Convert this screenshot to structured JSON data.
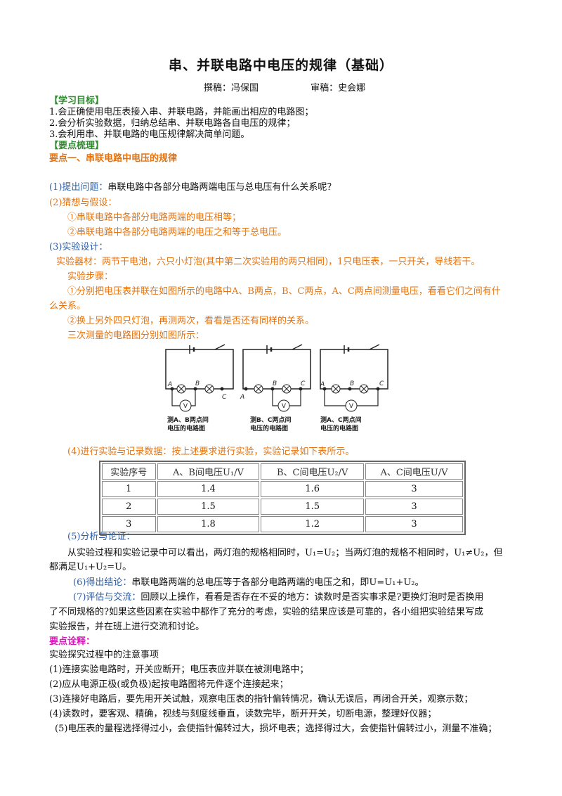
{
  "title": "串、并联电路中电压的规律（基础）",
  "authors": {
    "writer": "撰稿：冯保国",
    "reviewer": "审稿：史会娜"
  },
  "goals": {
    "heading": "【学习目标】",
    "items": [
      "1.会正确使用电压表接入串、并联电路，并能画出相应的电路图；",
      "2.会分析实验数据，归纳总结串、并联电路各自电压的规律；",
      "3.会利用串、并联电路的电压规律解决简单问题。"
    ]
  },
  "outline_heading": "【要点梳理】",
  "point1": "要点一、串联电路中电压的规律",
  "q1": {
    "label": "(1)提出问题：",
    "text": "串联电路中各部分电路两端电压与总电压有什么关系呢？"
  },
  "q2": {
    "label": "(2)猜想与假设：",
    "items": [
      "①串联电路中各部分电路两端的电压相等；",
      "②串联电路中各部分电路两端的电压之和等于总电压。"
    ]
  },
  "q3": {
    "label": "(3)实验设计：",
    "materials": "实验器材：两节干电池，六只小灯泡(其中第二次实验用的两只相同)，1只电压表，一只开关，导线若干。",
    "steps_label": "实验步骤：",
    "step1a": "①分别把电压表并联在如图所示的电路中A、B两点，B、C两点，A、C两点间测量电压，看看它们之间有什",
    "step1b": "么关系。",
    "step2": "②换上另外四只灯泡，再测两次，看看是否还有同样的关系。",
    "figure_caption": "三次测量的电路图分别如图所示："
  },
  "figure": {
    "captions": [
      [
        "测A、B两点间",
        "电压的电路图"
      ],
      [
        "测B、C两点间",
        "电压的电路图"
      ],
      [
        "测A、C两点间",
        "电压的电路图"
      ]
    ],
    "meter": "V",
    "nodes": [
      "A",
      "B",
      "C"
    ]
  },
  "q4": "(4)进行实验与记录数据：按上述要求进行实验，实验记录如下表所示。",
  "table": {
    "headers": [
      "实验序号",
      "A、B间电压U₁/V",
      "B、C间电压U₂/V",
      "A、C间电压U/V"
    ],
    "rows": [
      [
        "1",
        "1.4",
        "1.6",
        "3"
      ],
      [
        "2",
        "1.5",
        "1.5",
        "3"
      ],
      [
        "3",
        "1.8",
        "1.2",
        "3"
      ]
    ]
  },
  "q5": {
    "label": "(5)分析与论证：",
    "p1": "从实验过程和实验记录中可以看出，两灯泡的规格相同时，U₁=U₂；当两灯泡的规格不相同时，U₁≠U₂，但",
    "p2": "都满足U₁+U₂=U。"
  },
  "q6": {
    "label": "(6)得出结论：",
    "text": "串联电路两端的总电压等于各部分电路两端的电压之和，即U=U₁+U₂。"
  },
  "q7": {
    "label": "(7)评估与交流：",
    "l1": "回顾以上操作，看看是否存在不妥的地方：读数时是否实事求是?更换灯泡时是否换用",
    "l2": "了不同规格的?如果这些因素在实验中都作了充分的考虑，实验的结果应该是可靠的，各小组把实验结果写成",
    "l3": "实验报告，并在班上进行交流和讨论。"
  },
  "notes": {
    "heading": "要点诠释：",
    "sub": "实验探究过程中的注意事项",
    "items": [
      "(1)连接实验电路时，开关应断开；电压表应并联在被测电路中；",
      "(2)应从电源正极(或负极)起按电路图将元件逐个连接起来；",
      "(3)连接好电路后，要先用开关试触，观察电压表的指针偏转情况，确认无误后，再闭合开关，观察示数；",
      "(4)读数时，要客观、精确，视线与刻度线垂直，读数完毕，断开开关，切断电源，整理好仪器；",
      "(5)电压表的量程选择得过小，会使指针偏转过大，损坏电表；选择得过大，会使指针偏转过小，测量不准确；"
    ]
  }
}
